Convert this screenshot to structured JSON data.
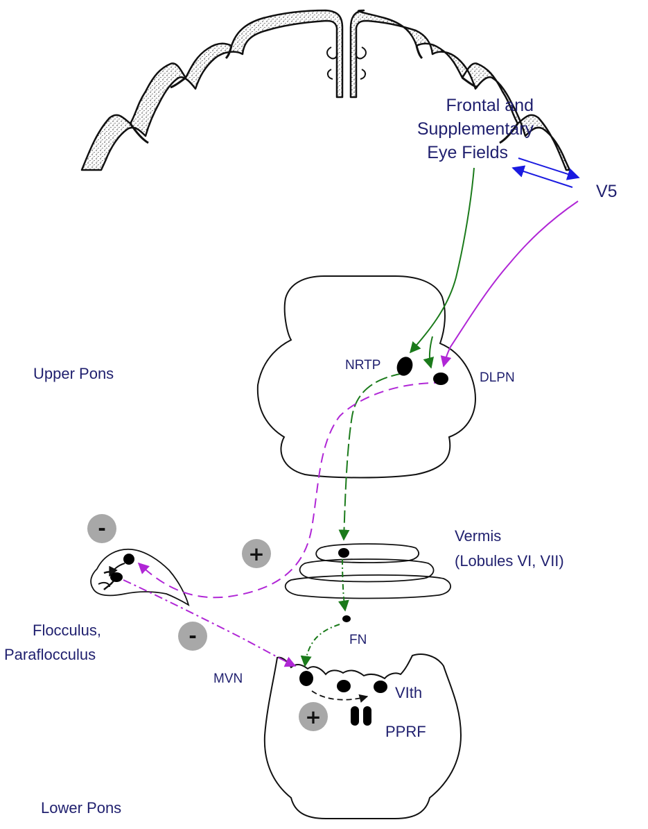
{
  "labels": {
    "fef_line1": "Frontal and",
    "fef_line2": "Supplementary",
    "fef_line3": "Eye Fields",
    "v5": "V5",
    "upper_pons": "Upper Pons",
    "nrtp": "NRTP",
    "dlpn": "DLPN",
    "vermis_line1": "Vermis",
    "vermis_line2": "(Lobules VI, VII)",
    "flocculus_line1": "Flocculus,",
    "flocculus_line2": "Paraflocculus",
    "fn": "FN",
    "mvn": "MVN",
    "vith": "VIth",
    "pprf": "PPRF",
    "lower_pons": "Lower Pons"
  },
  "signs": {
    "flocculus_minus": "-",
    "vermis_plus": "+",
    "mvn_minus": "-",
    "pons_plus": "+"
  },
  "colors": {
    "label_text": "#1f1f6e",
    "smooth_pursuit_frontal_pathway": "#1a7a1a",
    "v5_pathway": "#b026d6",
    "cortical_link": "#1a1ae0",
    "outline": "#111111",
    "sign_badge": "#a8a8a8"
  }
}
